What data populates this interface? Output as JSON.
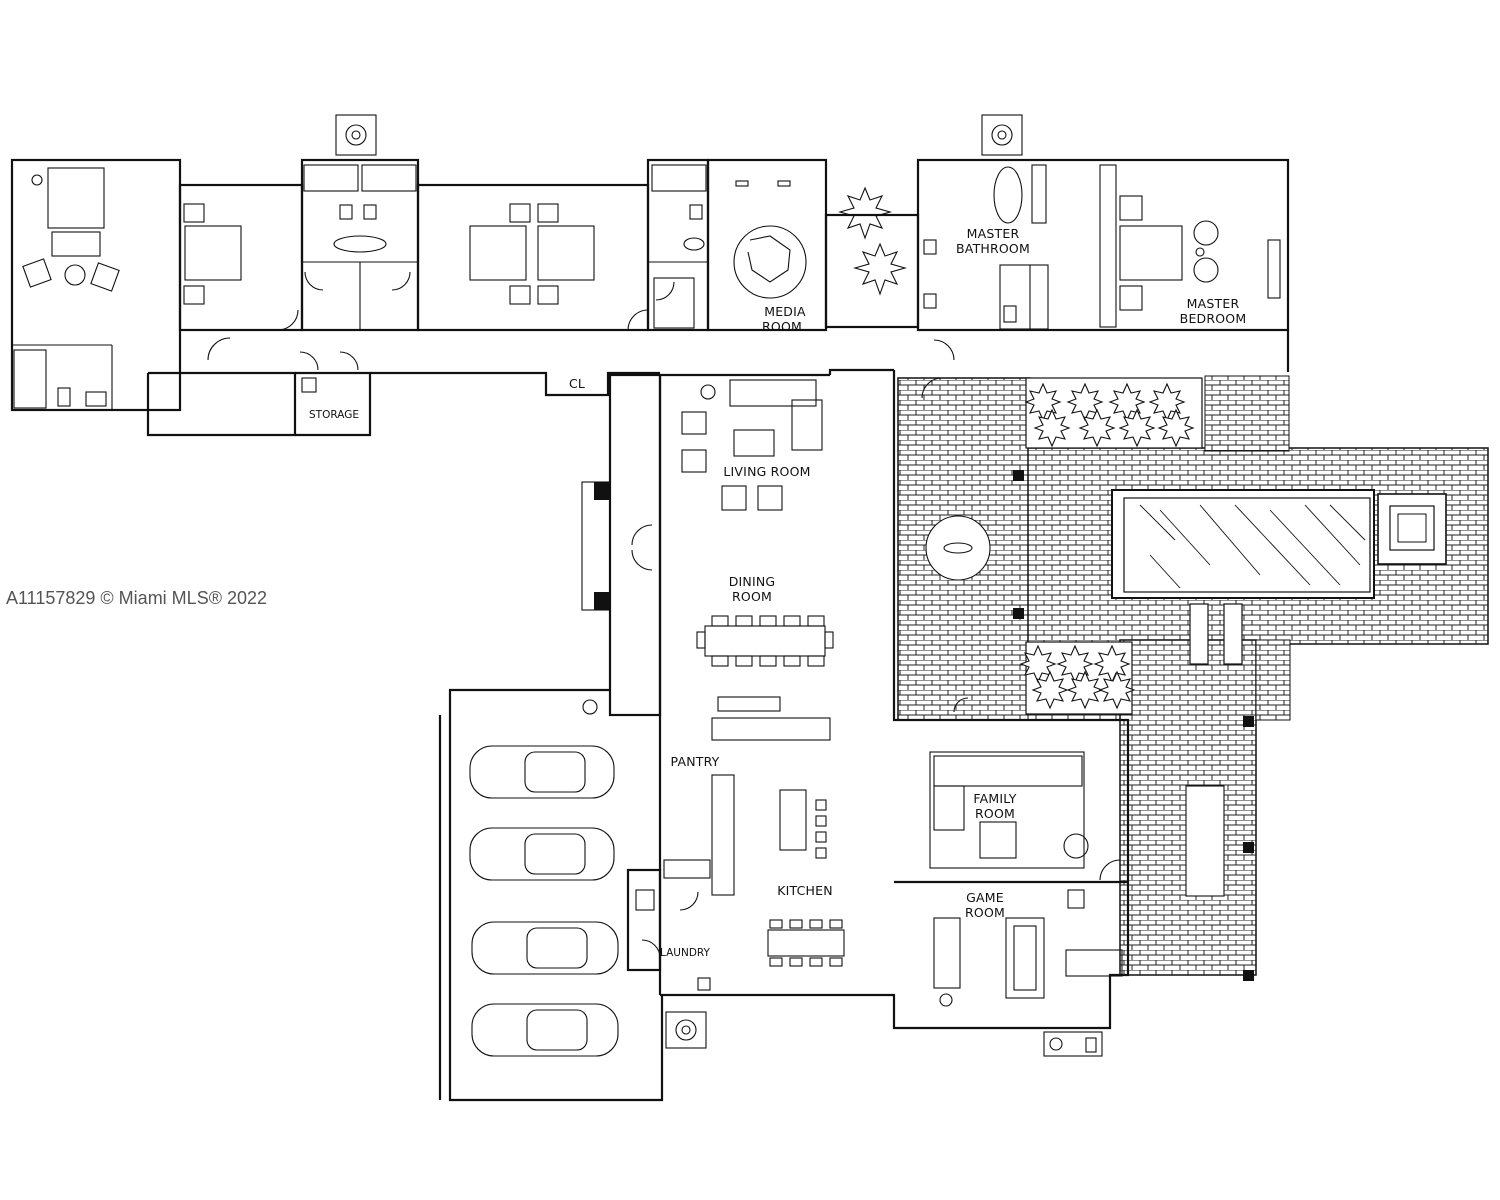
{
  "watermark": "A11157829 © Miami MLS® 2022",
  "rooms": {
    "media_l1": "MEDIA",
    "media_l2": "ROOM",
    "master_bath_l1": "MASTER",
    "master_bath_l2": "BATHROOM",
    "master_bed_l1": "MASTER",
    "master_bed_l2": "BEDROOM",
    "storage": "STORAGE",
    "closet": "CL",
    "living": "LIVING ROOM",
    "dining_l1": "DINING",
    "dining_l2": "ROOM",
    "pantry": "PANTRY",
    "kitchen": "KITCHEN",
    "laundry": "LAUNDRY",
    "family_l1": "FAMILY",
    "family_l2": "ROOM",
    "game_l1": "GAME",
    "game_l2": "ROOM"
  }
}
